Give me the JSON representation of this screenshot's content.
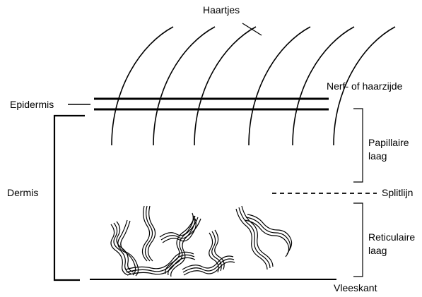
{
  "labels": {
    "haartjes": "Haartjes",
    "nerf_zijde": "Nerf- of haarzijde",
    "epidermis": "Epidermis",
    "papillaire_line1": "Papillaire",
    "papillaire_line2": "laag",
    "dermis": "Dermis",
    "splitlijn": "Splitlijn",
    "reticulaire_line1": "Reticulaire",
    "reticulaire_line2": "laag",
    "vleeskant": "Vleeskant"
  },
  "colors": {
    "stroke": "#000000",
    "background": "#ffffff"
  }
}
